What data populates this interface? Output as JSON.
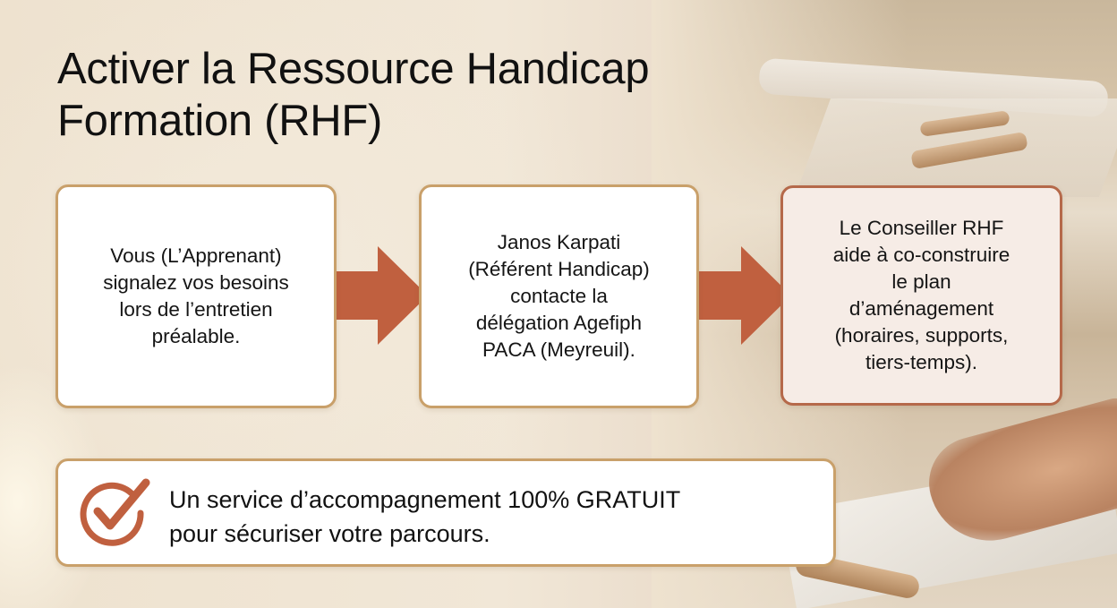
{
  "title": {
    "line1": "Activer la Ressource Handicap",
    "line2": "Formation (RHF)"
  },
  "steps": [
    {
      "text": "Vous (L’Apprenant)\nsignalez vos besoins\nlors de l’entretien\npréalable."
    },
    {
      "text": "Janos Karpati\n(Référent Handicap)\ncontacte la\ndélégation Agefiph\nPACA (Meyreuil)."
    },
    {
      "text": "Le Conseiller RHF\naide à co-construire\nle plan\nd’aménagement\n(horaires, supports,\ntiers-temps)."
    }
  ],
  "arrows": [
    {
      "icon": "arrow-right-icon"
    },
    {
      "icon": "arrow-right-icon"
    }
  ],
  "banner": {
    "icon": "check-circle-icon",
    "line1": "Un service d’accompagnement 100% GRATUIT",
    "line2": "pour sécuriser votre parcours."
  },
  "colors": {
    "accent": "#c0603f",
    "box_border": "#c9a06a",
    "highlight_border": "#b5694a",
    "highlight_bg": "#f6ece6",
    "background": "#efe4d2"
  }
}
